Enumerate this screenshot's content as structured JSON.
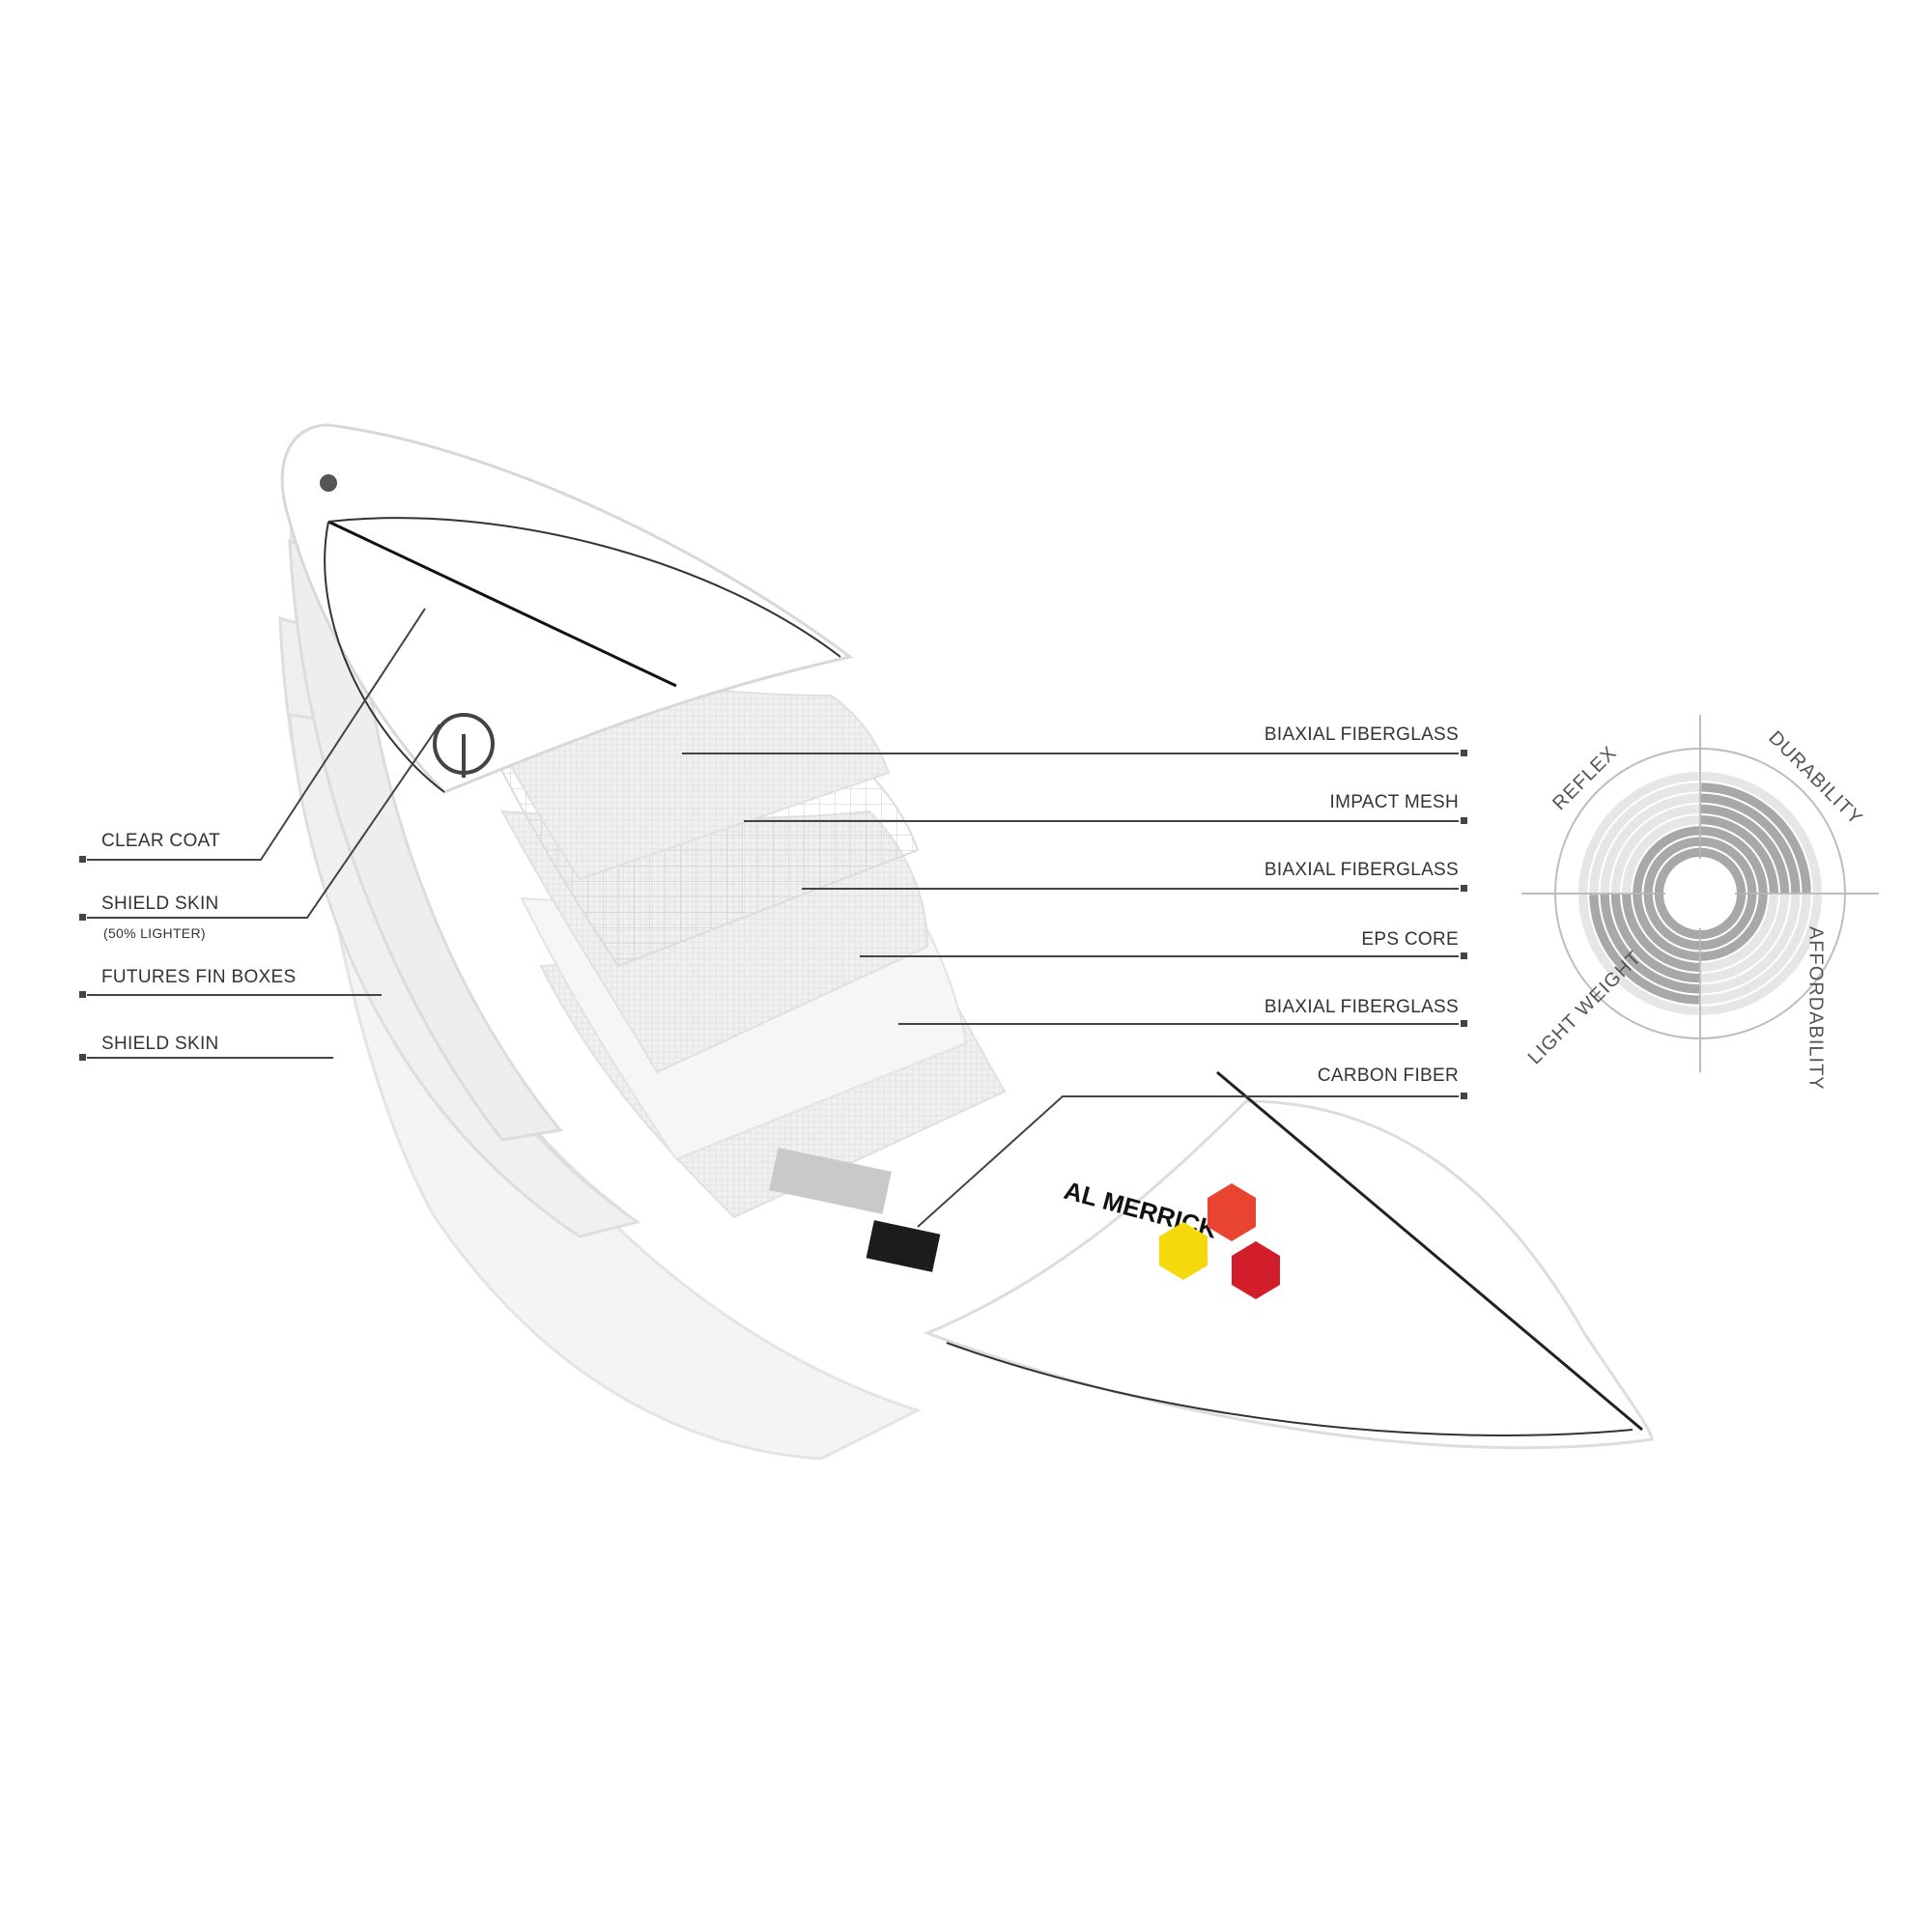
{
  "left_labels": {
    "clear_coat": "CLEAR COAT",
    "shield_skin_top": "SHIELD SKIN",
    "shield_skin_note": "(50% LIGHTER)",
    "futures_fin_boxes": "FUTURES FIN BOXES",
    "shield_skin_bottom": "SHIELD SKIN"
  },
  "right_labels": {
    "biaxial_1": "BIAXIAL FIBERGLASS",
    "impact_mesh": "IMPACT MESH",
    "biaxial_2": "BIAXIAL FIBERGLASS",
    "eps_core": "EPS CORE",
    "biaxial_3": "BIAXIAL FIBERGLASS",
    "carbon_fiber": "CARBON FIBER"
  },
  "rating_wheel": {
    "quadrants": [
      "REFLEX",
      "DURABILITY",
      "AFFORDABILITY",
      "LIGHT WEIGHT"
    ],
    "levels": [
      {
        "name": "REFLEX",
        "value": 0.4
      },
      {
        "name": "DURABILITY",
        "value": 0.9
      },
      {
        "name": "AFFORDABILITY",
        "value": 0.4
      },
      {
        "name": "LIGHT WEIGHT",
        "value": 0.9
      }
    ],
    "colors": {
      "track": "#e6e6e6",
      "fill": "#a8a8a8",
      "ring_line": "#ffffff",
      "outline": "#bdbdbd"
    }
  },
  "logo": {
    "text": "AL MERRICK",
    "hex_colors": [
      "#e8442f",
      "#f5d90c",
      "#d21d2a"
    ]
  }
}
